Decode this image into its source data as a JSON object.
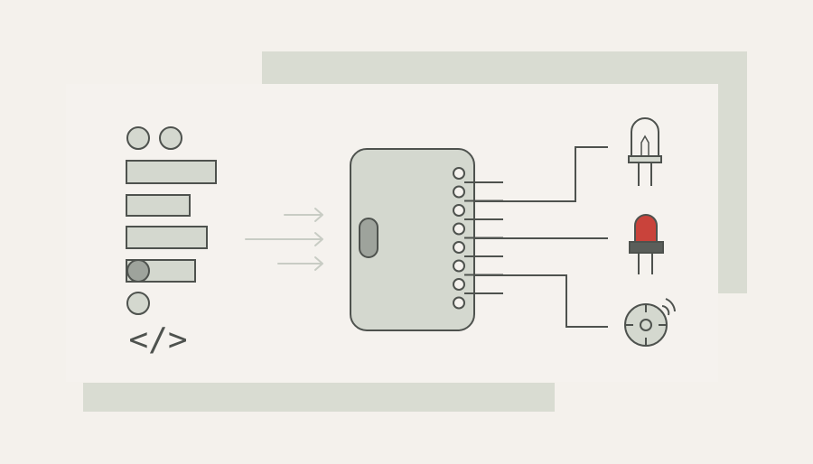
{
  "title": "",
  "code_symbol": "</>",
  "colors": {
    "background": "#f4f1ec",
    "panel": "#f4f2ee",
    "panel_shadow": "#d9dcd2",
    "fill_gray": "#d4d8cf",
    "stroke": "#4e524e",
    "arrow": "#c8ccc4",
    "led_red": "#c9433b",
    "led_base": "#5a5e5a"
  },
  "icons": {
    "code_blocks": "code-blocks-icon",
    "arrows": "arrow-right-icon",
    "board": "microcontroller-board-icon",
    "bulb": "light-bulb-icon",
    "red_led": "red-led-icon",
    "buzzer": "buzzer-icon"
  },
  "board": {
    "pin_count": 8
  },
  "devices": [
    "light-bulb",
    "red-led",
    "buzzer"
  ]
}
